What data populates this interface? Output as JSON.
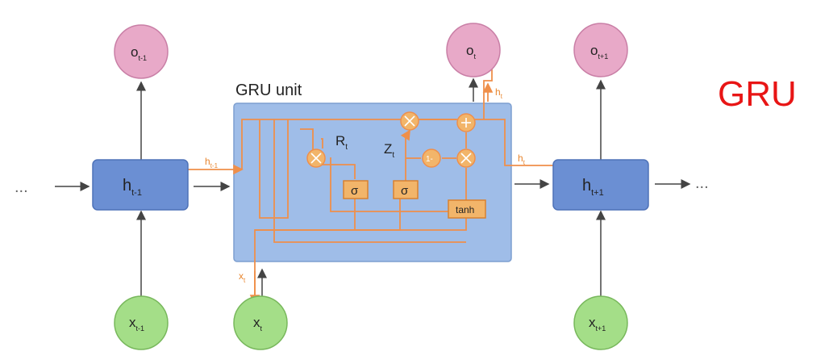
{
  "title": "GRU",
  "unit_label": "GRU unit",
  "ellipsis": "...",
  "colors": {
    "output_node": "#e8a9c8",
    "input_node": "#a4de88",
    "hidden_box": "#6b8fd3",
    "unit_box": "#9fbde8",
    "path": "#ef8f4a",
    "gate": "#f2b56a",
    "title": "#e81515"
  },
  "nodes": {
    "o_prev": {
      "base": "o",
      "sub": "t-1"
    },
    "o_cur": {
      "base": "o",
      "sub": "t"
    },
    "o_next": {
      "base": "o",
      "sub": "t+1"
    },
    "h_prev": {
      "base": "h",
      "sub": "t-1"
    },
    "h_next": {
      "base": "h",
      "sub": "t+1"
    },
    "x_prev": {
      "base": "x",
      "sub": "t-1"
    },
    "x_cur": {
      "base": "x",
      "sub": "t"
    },
    "x_next": {
      "base": "x",
      "sub": "t+1"
    }
  },
  "gates": {
    "sigma": "σ",
    "tanh": "tanh",
    "one_minus": "1-",
    "R": {
      "base": "R",
      "sub": "t"
    },
    "Z": {
      "base": "Z",
      "sub": "t"
    }
  },
  "path_labels": {
    "h_in": {
      "base": "h",
      "sub": "t-1"
    },
    "h_out": {
      "base": "h",
      "sub": "t"
    },
    "h_up": {
      "base": "h",
      "sub": "t"
    },
    "x_in": {
      "base": "x",
      "sub": "t"
    }
  }
}
